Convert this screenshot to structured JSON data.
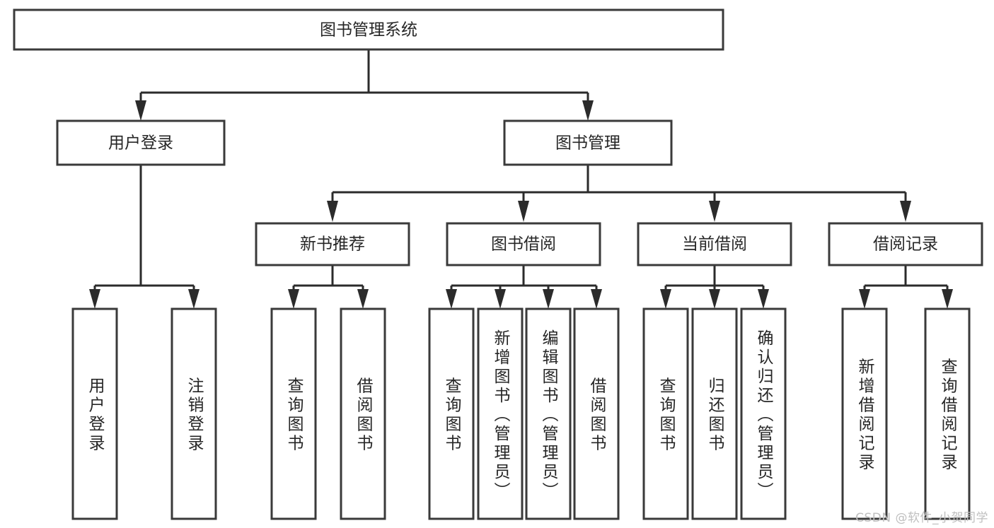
{
  "diagram": {
    "type": "tree-hierarchy-chart",
    "title": "图书管理系统",
    "colors": {
      "box_stroke": "#3a3a3a",
      "box_fill": "#ffffff",
      "connector": "#2b2b2b",
      "text": "#262626",
      "watermark": "#bfbfbf",
      "background": "#ffffff"
    },
    "root": {
      "label": "图书管理系统",
      "orientation": "horizontal"
    },
    "level2": [
      {
        "label": "用户登录",
        "orientation": "horizontal"
      },
      {
        "label": "图书管理",
        "orientation": "horizontal"
      }
    ],
    "level3": [
      {
        "label": "新书推荐",
        "orientation": "horizontal"
      },
      {
        "label": "图书借阅",
        "orientation": "horizontal"
      },
      {
        "label": "当前借阅",
        "orientation": "horizontal"
      },
      {
        "label": "借阅记录",
        "orientation": "horizontal"
      }
    ],
    "leaves": {
      "user_login": [
        {
          "label": "用户登录",
          "orientation": "vertical"
        },
        {
          "label": "注销登录",
          "orientation": "vertical"
        }
      ],
      "new_book_recommend": [
        {
          "label": "查询图书",
          "orientation": "vertical"
        },
        {
          "label": "借阅图书",
          "orientation": "vertical"
        }
      ],
      "book_borrow": [
        {
          "label": "查询图书",
          "orientation": "vertical"
        },
        {
          "label": "新增图书（管理员）",
          "orientation": "vertical"
        },
        {
          "label": "编辑图书（管理员）",
          "orientation": "vertical"
        },
        {
          "label": "借阅图书",
          "orientation": "vertical"
        }
      ],
      "current_borrow": [
        {
          "label": "查询图书",
          "orientation": "vertical"
        },
        {
          "label": "归还图书",
          "orientation": "vertical"
        },
        {
          "label": "确认归还（管理员）",
          "orientation": "vertical"
        }
      ],
      "borrow_record": [
        {
          "label": "新增借阅记录",
          "orientation": "vertical"
        },
        {
          "label": "查询借阅记录",
          "orientation": "vertical"
        }
      ]
    }
  },
  "watermark": {
    "text": "CSDN @软件_小贺同学"
  }
}
